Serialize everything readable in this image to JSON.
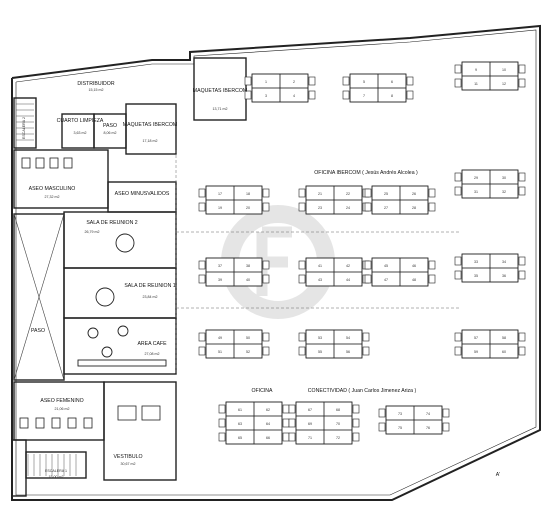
{
  "rooms": {
    "distribuidor": {
      "name": "DISTRIBUIDOR",
      "area": "15,15 m2"
    },
    "cuarto_limpieza": {
      "name": "CUARTO LIMPIEZA",
      "area": "3,63 m2"
    },
    "paso_top": {
      "name": "PASO",
      "area": "8,06 m2"
    },
    "maquetas_1": {
      "name": "MAQUETAS IBERCOM",
      "area": "17,18 m2"
    },
    "maquetas_2": {
      "name": "MAQUETAS IBERCOM",
      "area": "13,71 m2"
    },
    "escalera_2": {
      "name": "ESCALERA 2"
    },
    "aseo_masculino": {
      "name": "ASEO MASCULINO",
      "area": "27,32 m2"
    },
    "aseo_minusvalidos": {
      "name": "ASEO MINUSVALIDOS",
      "area": ""
    },
    "sala_reunion_2": {
      "name": "SALA DE REUNION 2",
      "area": "26,79 m2"
    },
    "sala_reunion_1": {
      "name": "SALA DE REUNION 1",
      "area": "23,84 m2"
    },
    "area_cafe": {
      "name": "AREA CAFE",
      "area": "27,08 m2"
    },
    "paso_left": {
      "name": "PASO"
    },
    "aseo_femenino": {
      "name": "ASEO FEMENINO",
      "area": "21,06 m2"
    },
    "escalera_1": {
      "name": "ESCALERA 1",
      "area": "15,00 m2"
    },
    "vestibulo": {
      "name": "VESTIBULO",
      "area": "30,67 m2"
    },
    "oficina_ibercom": {
      "name": "OFICINA   IBERCOM  ( Jesús Andrés Alcolea )",
      "area": ""
    },
    "oficina_conectividad": {
      "name": "OFICINA",
      "sub": "CONECTIVIDAD  ( Juan Carlos Jimenez Ariza )",
      "area": ""
    },
    "central_area": {
      "area": ""
    }
  },
  "desk_numbers": {
    "ibercom_a": [
      "17",
      "18",
      "19",
      "20"
    ],
    "ibercom_b": [
      "21",
      "22",
      "23",
      "24"
    ],
    "ibercom_c": [
      "25",
      "26",
      "27",
      "28"
    ],
    "ibercom_d": [
      "29",
      "30",
      "31",
      "32"
    ],
    "row2_a": [
      "37",
      "38",
      "39",
      "40"
    ],
    "row2_b": [
      "41",
      "42",
      "43",
      "44"
    ],
    "row2_c": [
      "45",
      "46",
      "47",
      "48"
    ],
    "row3_a": [
      "49",
      "50",
      "51",
      "52"
    ],
    "row3_b": [
      "53",
      "54",
      "55",
      "56"
    ],
    "row3_c": [
      "57",
      "58",
      "59",
      "60"
    ],
    "conect_a": [
      "61",
      "62",
      "63",
      "64",
      "65",
      "66"
    ],
    "conect_b": [
      "67",
      "68",
      "69",
      "70",
      "71",
      "72"
    ],
    "conect_c": [
      "73",
      "74",
      "75",
      "76"
    ],
    "top_b": [
      "1",
      "2",
      "3",
      "4"
    ],
    "top_c": [
      "5",
      "6",
      "7",
      "8"
    ],
    "top_d": [
      "9",
      "10",
      "11",
      "12"
    ],
    "right_mid": [
      "33",
      "34",
      "35",
      "36"
    ]
  },
  "misc": {
    "north_mark": "A'"
  },
  "colors": {
    "line": "#222222",
    "watermark": "#d9d9d9"
  }
}
